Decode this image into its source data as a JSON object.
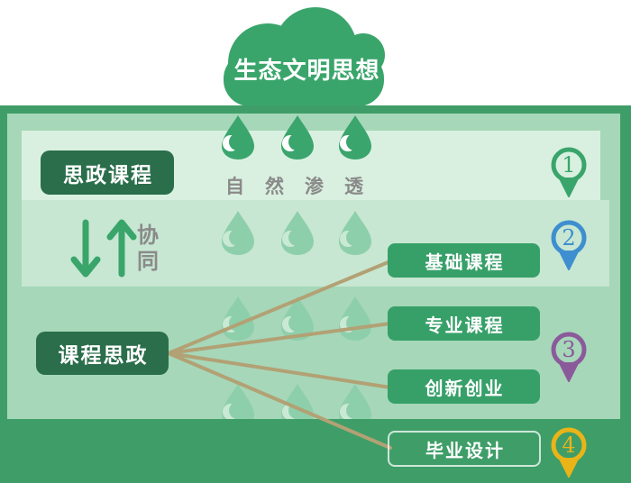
{
  "cloud": {
    "label": "生态文明思想"
  },
  "left_column": {
    "top_box_label": "思政课程",
    "infiltration_label": "自然渗透",
    "synergy_label": "协同",
    "bottom_box_label": "课程思政"
  },
  "right_boxes": [
    {
      "label": "基础课程"
    },
    {
      "label": "专业课程"
    },
    {
      "label": "创新创业"
    },
    {
      "label": "毕业设计"
    }
  ],
  "pins": [
    {
      "number": "1",
      "color": "#3aa56b"
    },
    {
      "number": "2",
      "color": "#3e8ed0"
    },
    {
      "number": "3",
      "color": "#8b5a9b"
    },
    {
      "number": "4",
      "color": "#eab418"
    }
  ],
  "colors": {
    "frame_green": "#3f9e68",
    "panel_light_green": "#a6d7b9",
    "strip_lightest": "#d9f0e0",
    "strip_light": "#c7e7d2",
    "dark_box_green": "#2a6e4b",
    "medium_box_green": "#37a069",
    "cloud_green": "#3aa56b",
    "drop_solid": "#3aa56c",
    "drop_solid_highlight": "#ffffff",
    "drop_light": "#8ecfab",
    "drop_light_highlight": "#c9e9d5",
    "gray_text": "#8a8a8a",
    "connector_tan": "#b2a174",
    "white_text": "#ffffff"
  }
}
